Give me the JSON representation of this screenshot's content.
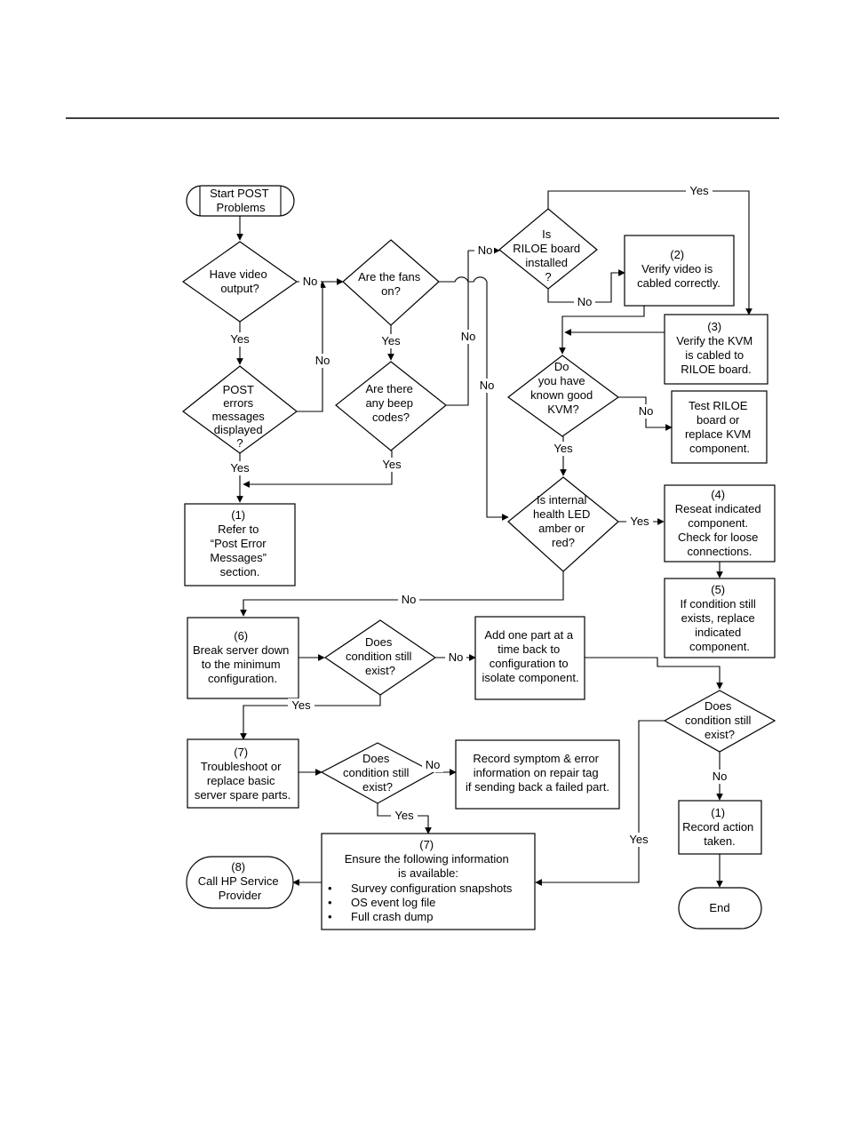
{
  "nodes": {
    "start": [
      "Start POST",
      "Problems"
    ],
    "have_video": [
      "Have video",
      "output?"
    ],
    "post_errors": [
      "POST",
      "errors",
      "messages",
      "displayed",
      "?"
    ],
    "refer_post": [
      "(1)",
      "Refer to",
      "“Post Error",
      "Messages”",
      "section."
    ],
    "fans_on": [
      "Are the fans",
      "on?"
    ],
    "beep_codes": [
      "Are there",
      "any beep",
      "codes?"
    ],
    "riloe_installed": [
      "Is",
      "RILOE board",
      "installed",
      "?"
    ],
    "verify_video": [
      "(2)",
      "Verify video is",
      "cabled correctly."
    ],
    "verify_kvm": [
      "(3)",
      "Verify the KVM",
      "is cabled to",
      "RILOE board."
    ],
    "known_kvm": [
      "Do",
      "you have",
      "known good",
      "KVM?"
    ],
    "test_riloe": [
      "Test RILOE",
      "board or",
      "replace KVM",
      "component."
    ],
    "health_led": [
      "Is internal",
      "health LED",
      "amber or",
      "red?"
    ],
    "reseat": [
      "(4)",
      "Reseat indicated",
      "component.",
      "Check for loose",
      "connections."
    ],
    "replace_indicated": [
      "(5)",
      "If condition still",
      "exists, replace",
      "indicated",
      "component."
    ],
    "break_down": [
      "(6)",
      "Break server down",
      "to the minimum",
      "configuration."
    ],
    "cond_exist_1": [
      "Does",
      "condition still",
      "exist?"
    ],
    "add_part": [
      "Add one part at a",
      "time back to",
      "configuration to",
      "isolate component."
    ],
    "cond_exist_2": [
      "Does",
      "condition still",
      "exist?"
    ],
    "troubleshoot": [
      "(7)",
      "Troubleshoot or",
      "replace basic",
      "server spare parts."
    ],
    "cond_exist_3": [
      "Does",
      "condition still",
      "exist?"
    ],
    "record_symptom": [
      "Record symptom & error",
      "information on repair tag",
      "if sending back a failed part."
    ],
    "record_action": [
      "(1)",
      "Record action",
      "taken."
    ],
    "ensure_info": {
      "heading": [
        "(7)",
        "Ensure the following information",
        "is available:"
      ],
      "bullets": [
        "Survey configuration snapshots",
        "OS event log file",
        "Full crash dump"
      ]
    },
    "call_hp": [
      "(8)",
      "Call HP Service",
      "Provider"
    ],
    "end": [
      "End"
    ]
  },
  "edge_labels": {
    "video_no": "No",
    "video_yes": "Yes",
    "post_errors_no": "No",
    "post_errors_yes": "Yes",
    "fans_yes": "Yes",
    "fans_no": "No",
    "beep_no": "No",
    "beep_yes": "Yes",
    "riloe_no_in": "No",
    "riloe_yes": "Yes",
    "riloe_no": "No",
    "kvm_no": "No",
    "kvm_yes": "Yes",
    "led_yes": "Yes",
    "led_no": "No",
    "cond1_no": "No",
    "cond1_yes": "Yes",
    "cond3_no": "No",
    "cond3_yes": "Yes",
    "cond2_no": "No",
    "cond2_yes": "Yes"
  },
  "bullet_glyph": "•"
}
